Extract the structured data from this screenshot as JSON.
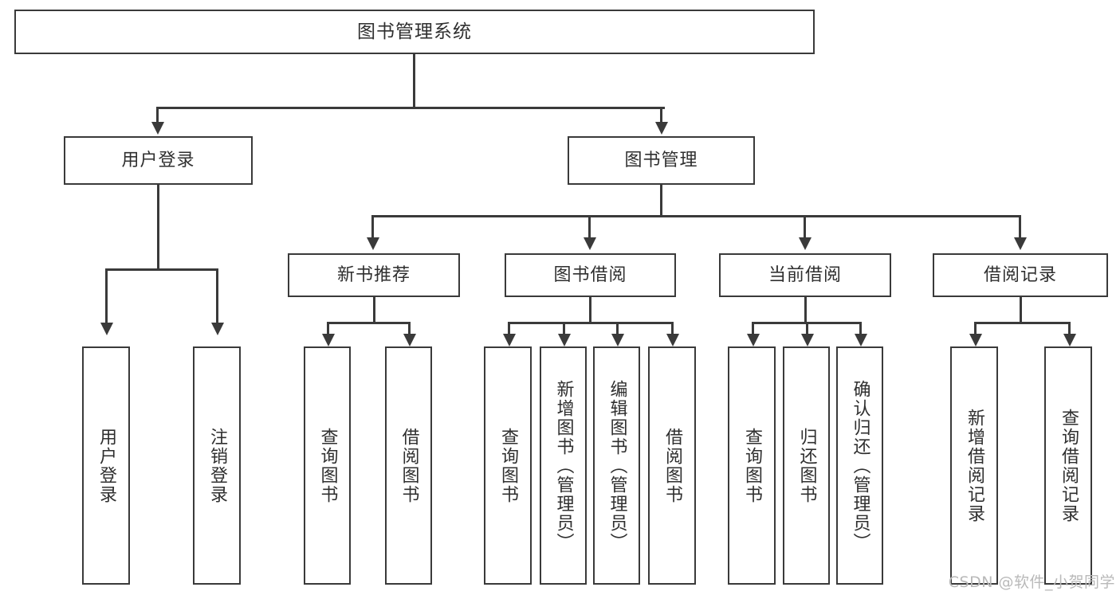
{
  "diagram": {
    "title": "图书管理系统",
    "watermark": "CSDN @软件_小贺同学",
    "colors": {
      "stroke": "#3a3a3a",
      "text": "#2f2f2f",
      "background": "#ffffff",
      "watermark": "#b9b9b9"
    },
    "levels": {
      "root": "图书管理系统",
      "level2": [
        "用户登录",
        "图书管理"
      ],
      "level3": [
        "新书推荐",
        "图书借阅",
        "当前借阅",
        "借阅记录"
      ],
      "level4": [
        "用户登录",
        "注销登录",
        "查询图书",
        "借阅图书",
        "查询图书",
        "新增图书（管理员）",
        "编辑图书（管理员）",
        "借阅图书",
        "查询图书",
        "归还图书",
        "确认归还（管理员）",
        "新增借阅记录",
        "查询借阅记录"
      ]
    },
    "nodes": {
      "root": "图书管理系统",
      "user_login": "用户登录",
      "book_manage": "图书管理",
      "new_book_rec": "新书推荐",
      "book_borrow": "图书借阅",
      "current_borrow": "当前借阅",
      "borrow_record": "借阅记录",
      "leaf_user_login": "用户登录",
      "leaf_logout": "注销登录",
      "leaf_query_book_1": "查询图书",
      "leaf_borrow_book_1": "借阅图书",
      "leaf_query_book_2": "查询图书",
      "leaf_add_book": "新增图书（管理员）",
      "leaf_edit_book": "编辑图书（管理员）",
      "leaf_borrow_book_2": "借阅图书",
      "leaf_query_book_3": "查询图书",
      "leaf_return_book": "归还图书",
      "leaf_confirm_return": "确认归还（管理员）",
      "leaf_add_record": "新增借阅记录",
      "leaf_query_record": "查询借阅记录"
    }
  }
}
